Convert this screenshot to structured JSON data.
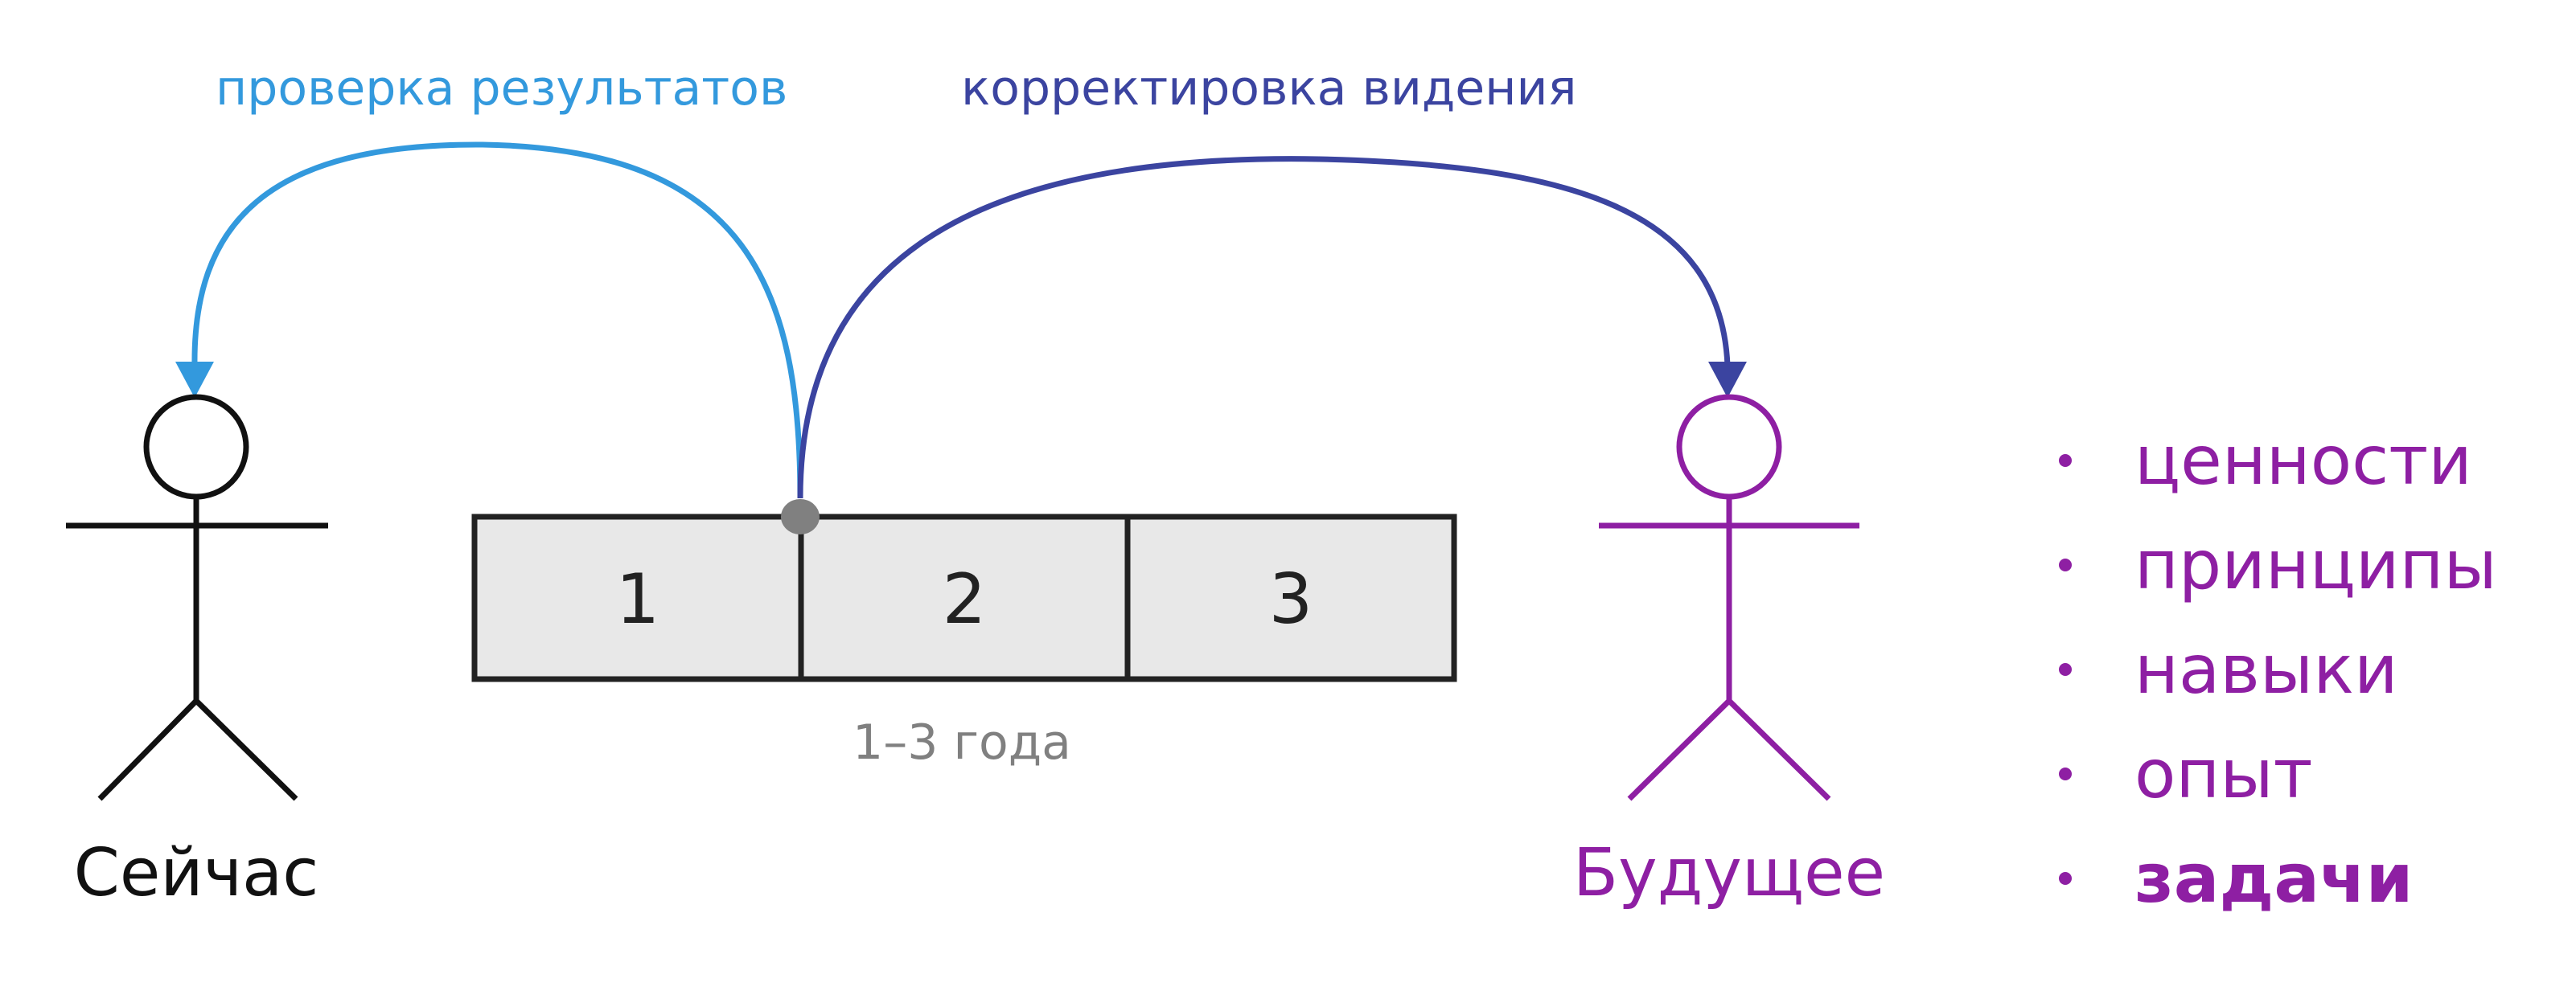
{
  "labels": {
    "check_results": "проверка результатов",
    "correct_vision": "корректировка видения",
    "now": "Сейчас",
    "future": "Будущее",
    "period": "1–3 года"
  },
  "stages": [
    "1",
    "2",
    "3"
  ],
  "future_items": [
    {
      "text": "ценности",
      "bold": false
    },
    {
      "text": "принципы",
      "bold": false
    },
    {
      "text": "навыки",
      "bold": false
    },
    {
      "text": "опыт",
      "bold": false
    },
    {
      "text": "задачи",
      "bold": true
    }
  ],
  "colors": {
    "check_arrow": "#3399dd",
    "correct_arrow": "#3b44a0",
    "now_figure": "#111111",
    "future_figure": "#8e1fa3",
    "stage_fill": "#e8e8e8",
    "stage_stroke": "#222222",
    "period_text": "#808080",
    "marker": "#808080"
  }
}
